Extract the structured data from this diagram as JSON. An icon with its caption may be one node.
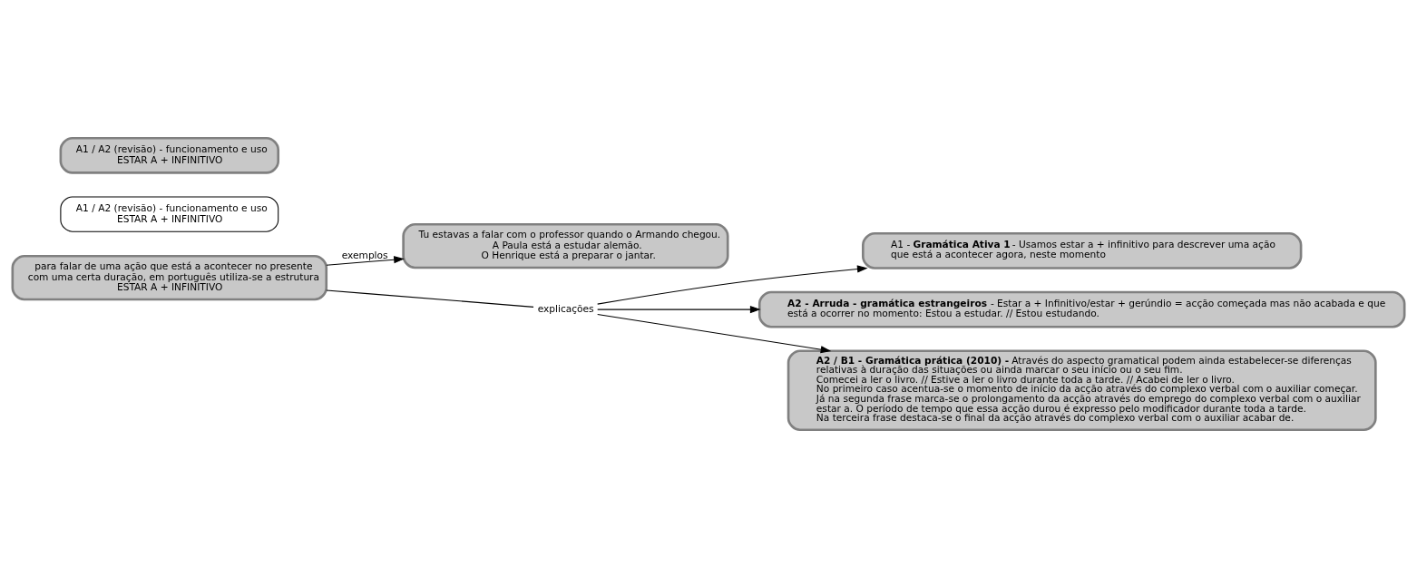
{
  "diagram": {
    "nodes": [
      {
        "text": [
          "para falar de uma ação que está a acontecer no presente com uma certa duração, em português utiliza-se a estrutura ESTAR A + INFINITIVO"
        ]
      },
      {
        "text": [
          "Tu estavas a falar com o professor quando o Armando chegou.",
          "A Paula está a estudar alemão.",
          "O Henrique está a preparar o jantar."
        ]
      },
      {
        "text": [
          "A1 / A2 (revisão) - funcionamento e uso ESTAR A + INFINITIVO"
        ]
      },
      {
        "text": [
          "A1 / A2 (revisão) - funcionamento e uso ESTAR A + INFINITIVO"
        ]
      },
      {
        "text": [
          "explicações"
        ]
      },
      {
        "text": [
          "A1 - **Gramática Ativa 1** - Usamos estar a + infinitivo para descrever uma ação que está a acontecer agora, neste momento"
        ]
      },
      {
        "text": [
          "**A2 - Arruda - gramática estrangeiros** - Estar a + Infinitivo/estar + gerúndio = acção começada mas não acabada e que está a ocorrer no momento: Estou a estudar. // Estou estudando."
        ]
      },
      {
        "text": [
          "**A2 / B1 - Gramática prática (2010) -** Através do aspecto gramatical podem ainda estabelecer-se diferenças relativas à duração das situações ou ainda marcar o seu início ou o seu fim.",
          "Comecei a ler o livro. // Estive a ler o livro durante toda a tarde. // Acabei de ler o livro.",
          "No primeiro caso acentua-se o momento de início da acção através do complexo verbal com o auxiliar começar.",
          "Já na segunda frase marca-se o prolongamento da acção através do emprego do complexo verbal com o auxiliar estar a. O período de tempo que essa acção durou é expresso pelo modificador durante toda a tarde.",
          "Na terceira frase destaca-se o final da acção através do complexo verbal com o auxiliar acabar de."
        ]
      }
    ],
    "edges": [
      {
        "from": 0,
        "to": 1,
        "arrow": "to",
        "label": "exemplos"
      },
      {
        "from": 0,
        "to": 4,
        "arrow": "none"
      },
      {
        "from": 4,
        "to": 5,
        "arrow": "to"
      },
      {
        "from": 4,
        "to": 6,
        "arrow": "to"
      },
      {
        "from": 4,
        "to": 7,
        "arrow": "to"
      }
    ]
  }
}
